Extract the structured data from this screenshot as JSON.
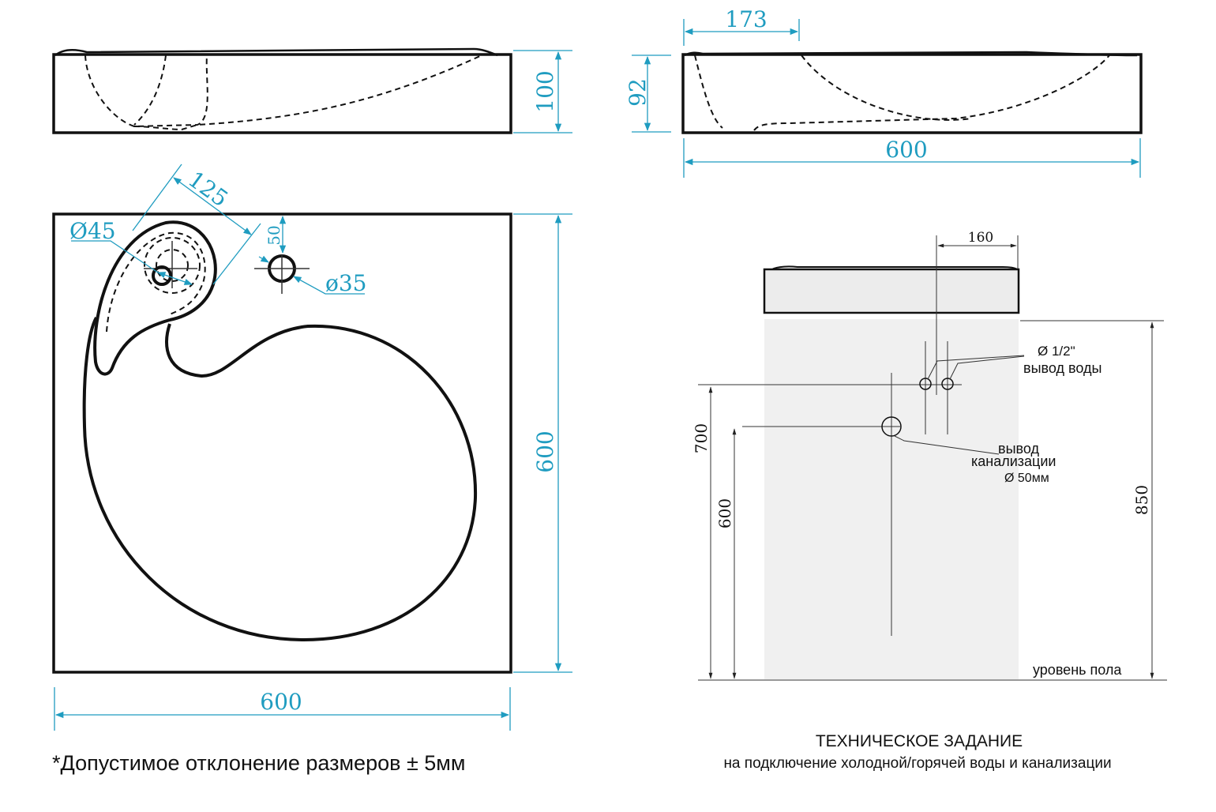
{
  "dimensions": {
    "side_height": "100",
    "side_depth": "92",
    "side_offset": "173",
    "side_width": "600",
    "plan_width": "600",
    "plan_height": "600",
    "overflow_offset": "125",
    "drain_diameter": "Ø45",
    "tap_offset": "50",
    "tap_hole_diameter": "ø35"
  },
  "install": {
    "offset_160": "160",
    "water_pipe": "Ø 1/2\"",
    "water_outlet": "вывод воды",
    "drain_line1": "вывод",
    "drain_line2": "канализации",
    "drain_size": "Ø 50мм",
    "h700": "700",
    "h600": "600",
    "h850": "850",
    "floor": "уровень пола"
  },
  "footer": {
    "tolerance_note": "*Допустимое отклонение размеров ± 5мм",
    "spec_title": "ТЕХНИЧЕСКОЕ ЗАДАНИЕ",
    "spec_subtitle": "на подключение холодной/горячей воды и канализации"
  },
  "colors": {
    "dimension": "#1f9cc0"
  }
}
